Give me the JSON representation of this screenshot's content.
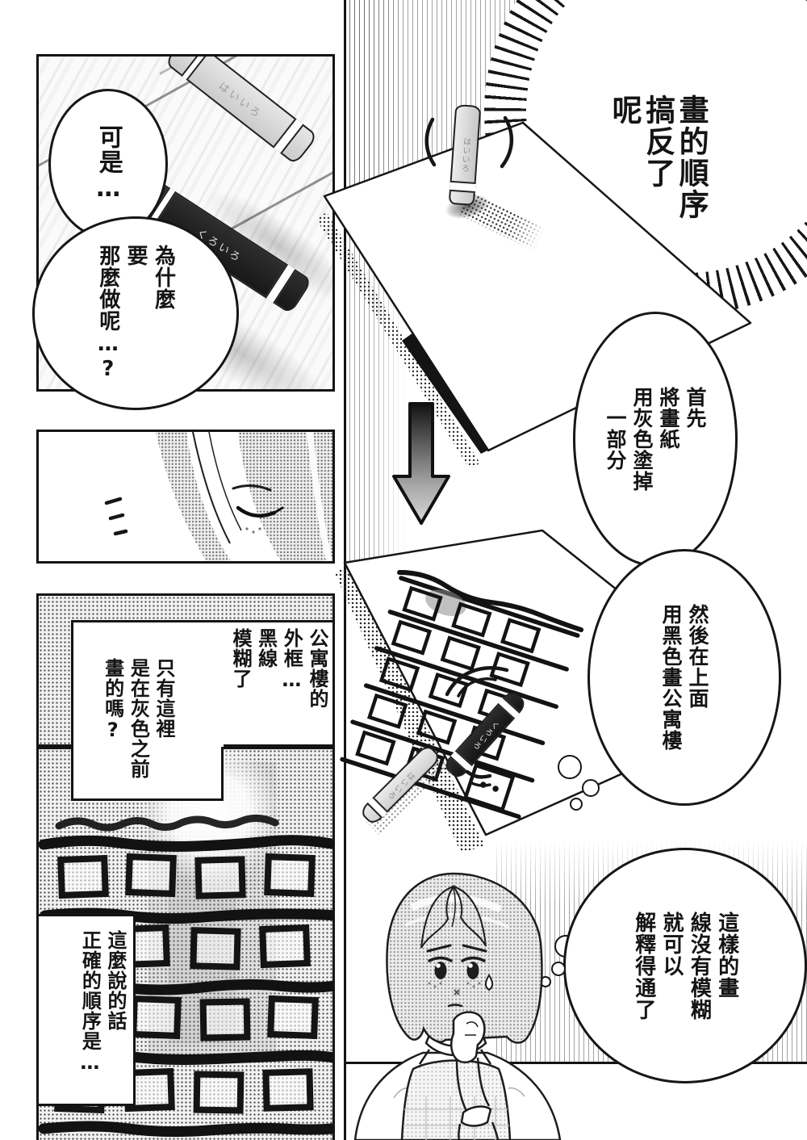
{
  "page": {
    "title": "manga-page-crayon-mystery"
  },
  "burst": {
    "text": "畫的順序\n搞反了\n呢"
  },
  "bubbles": {
    "but": "可是…",
    "why": "為什麼\n要\n那麼做呢…?",
    "first": "首先\n將畫紙\n用灰色塗掉\n　一部分",
    "then": "然後在上面\n用黑色畫公寓樓",
    "explain": "這樣的畫\n線沒有模糊\n就可以\n解釋得通了"
  },
  "captions": {
    "outline": "公寓樓的\n外框…\n黑線\n模糊了",
    "only_here": "只有這裡\n是在灰色之前\n畫的嗎?",
    "order": "這麼說的話\n正確的順序是…"
  },
  "labels": {
    "gray_crayon": "はいいろ",
    "black_crayon": "くろいろ"
  },
  "colors": {
    "ink": "#1a1a1a",
    "paper": "#ffffff",
    "gray_crayon": "#d9d9d9",
    "black_crayon": "#1f1f1f",
    "halftone": "#8a8a8a"
  }
}
